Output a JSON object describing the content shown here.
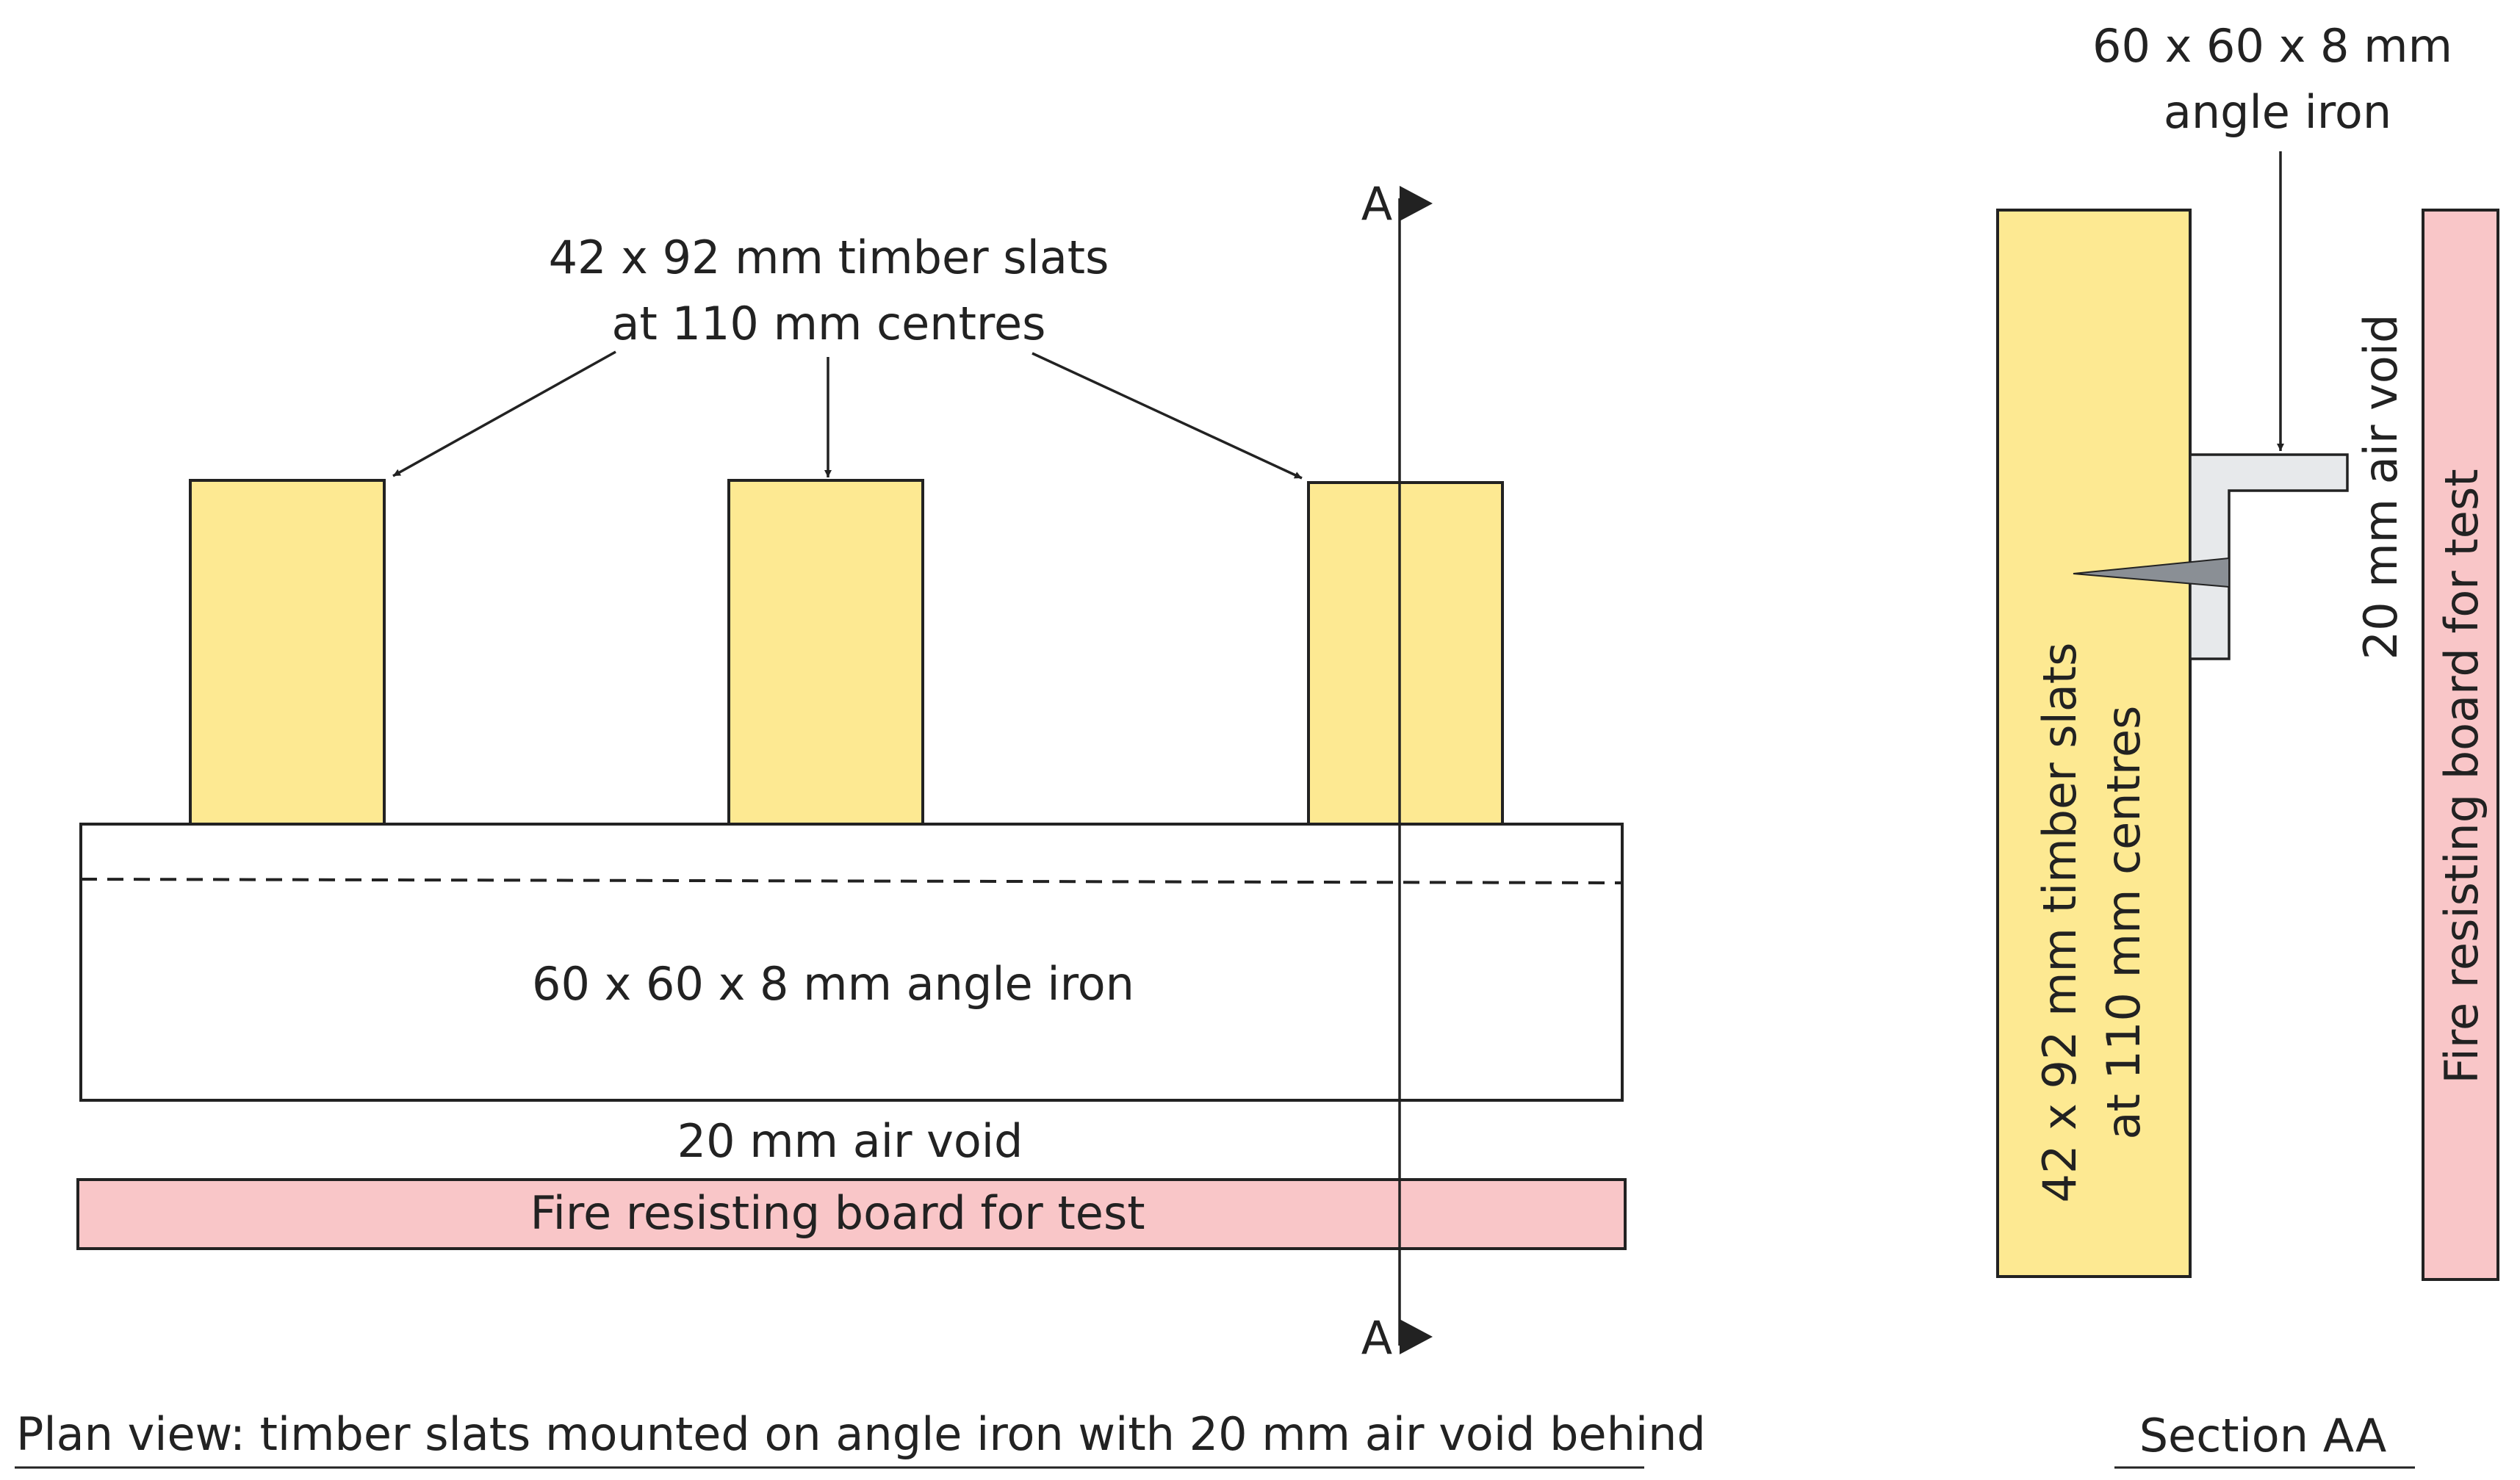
{
  "colors": {
    "timber": "#FDE992",
    "board": "#F9C6C8",
    "steel": "#E7E9EB",
    "fixing": "#8A8F95",
    "line": "#222222"
  },
  "plan": {
    "slats_label_line1": "42 x 92 mm timber slats",
    "slats_label_line2": "at 110 mm centres",
    "angle_iron_label": "60 x 60 x 8 mm angle iron",
    "air_void_label": "20 mm air void",
    "board_label": "Fire resisting board for test",
    "section_marker_top": "A",
    "section_marker_bottom": "A",
    "caption": "Plan view: timber slats mounted on angle iron with 20 mm air void behind"
  },
  "section": {
    "angle_label_line1": "60 x 60 x 8 mm",
    "angle_label_line2": "angle iron",
    "slats_label_line1": "42 x 92 mm timber slats",
    "slats_label_line2": "at 110 mm centres",
    "air_void_label": "20 mm air void",
    "board_label": "Fire resisting board for test",
    "caption": "Section AA"
  }
}
